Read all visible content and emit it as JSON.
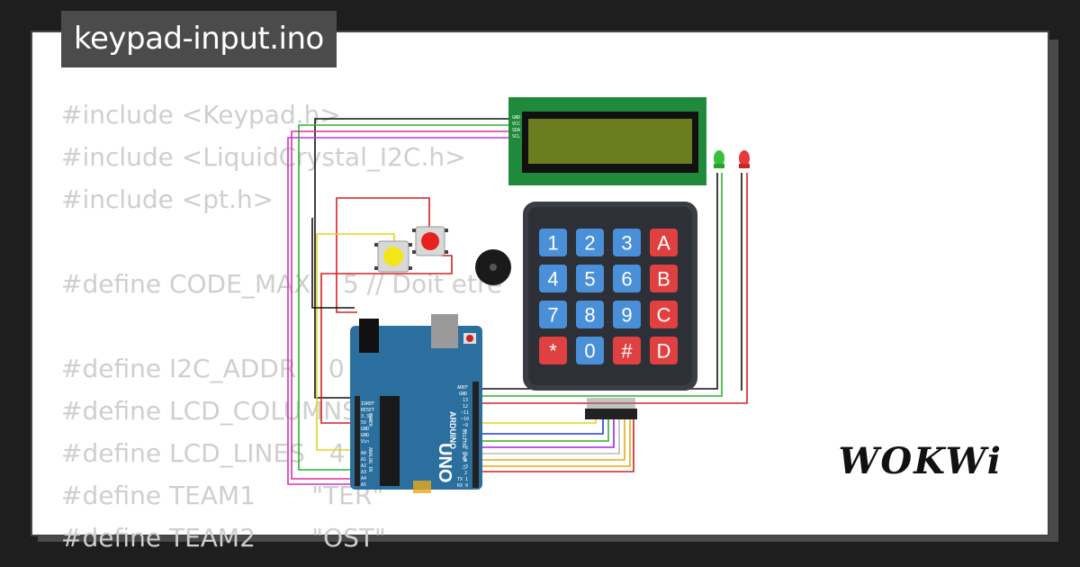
{
  "header": {
    "filename": "keypad-input.ino"
  },
  "code": {
    "lines": [
      "#include <Keypad.h>",
      "#include <LiquidCrystal_I2C.h>",
      "#include <pt.h>",
      "",
      "#define CODE_MAX    5 // Doit etre                4",
      "",
      "#define I2C_ADDR    0",
      "#define LCD_COLUMNS",
      "#define LCD_LINES   4",
      "#define TEAM1       \"TER\"",
      "#define TEAM2       \"OST\""
    ]
  },
  "keypad": {
    "keys": [
      "1",
      "2",
      "3",
      "A",
      "4",
      "5",
      "6",
      "B",
      "7",
      "8",
      "9",
      "C",
      "*",
      "0",
      "#",
      "D"
    ]
  },
  "arduino": {
    "brand": "ARDUINO",
    "model": "UNO",
    "power_label": "POWER",
    "analog_label": "ANALOG IN",
    "digital_label": "DIGITAL (PWM ~)",
    "power_pins": [
      "IOREF",
      "RESET",
      "3.3V",
      "5V",
      "GND",
      "GND",
      "Vin"
    ],
    "analog_pins": [
      "A0",
      "A1",
      "A2",
      "A3",
      "A4",
      "A5"
    ],
    "digital_pins_top": [
      "AREF",
      "GND",
      "13",
      "12",
      "~11",
      "~10",
      "~9",
      "8"
    ],
    "digital_pins_bottom": [
      "7",
      "~6",
      "~5",
      "4",
      "~3",
      "2",
      "TX 1",
      "RX 0"
    ]
  },
  "lcd": {
    "pins": [
      "GND",
      "VCC",
      "SDA",
      "SCL"
    ]
  },
  "leds": [
    {
      "color": "green"
    },
    {
      "color": "red"
    }
  ],
  "buttons": [
    {
      "color": "yellow"
    },
    {
      "color": "red"
    }
  ],
  "brand": {
    "logo": "WOKWi"
  },
  "colors": {
    "background": "#1e1e1e",
    "card": "#ffffff",
    "title_tab": "#4b4b4b",
    "arduino": "#2a6f9e",
    "lcd_board": "#1f8a3b",
    "lcd_screen": "#6b7d1f",
    "keypad_body": "#3a3d44",
    "key_blue": "#4a90d9",
    "key_red": "#e04040"
  }
}
